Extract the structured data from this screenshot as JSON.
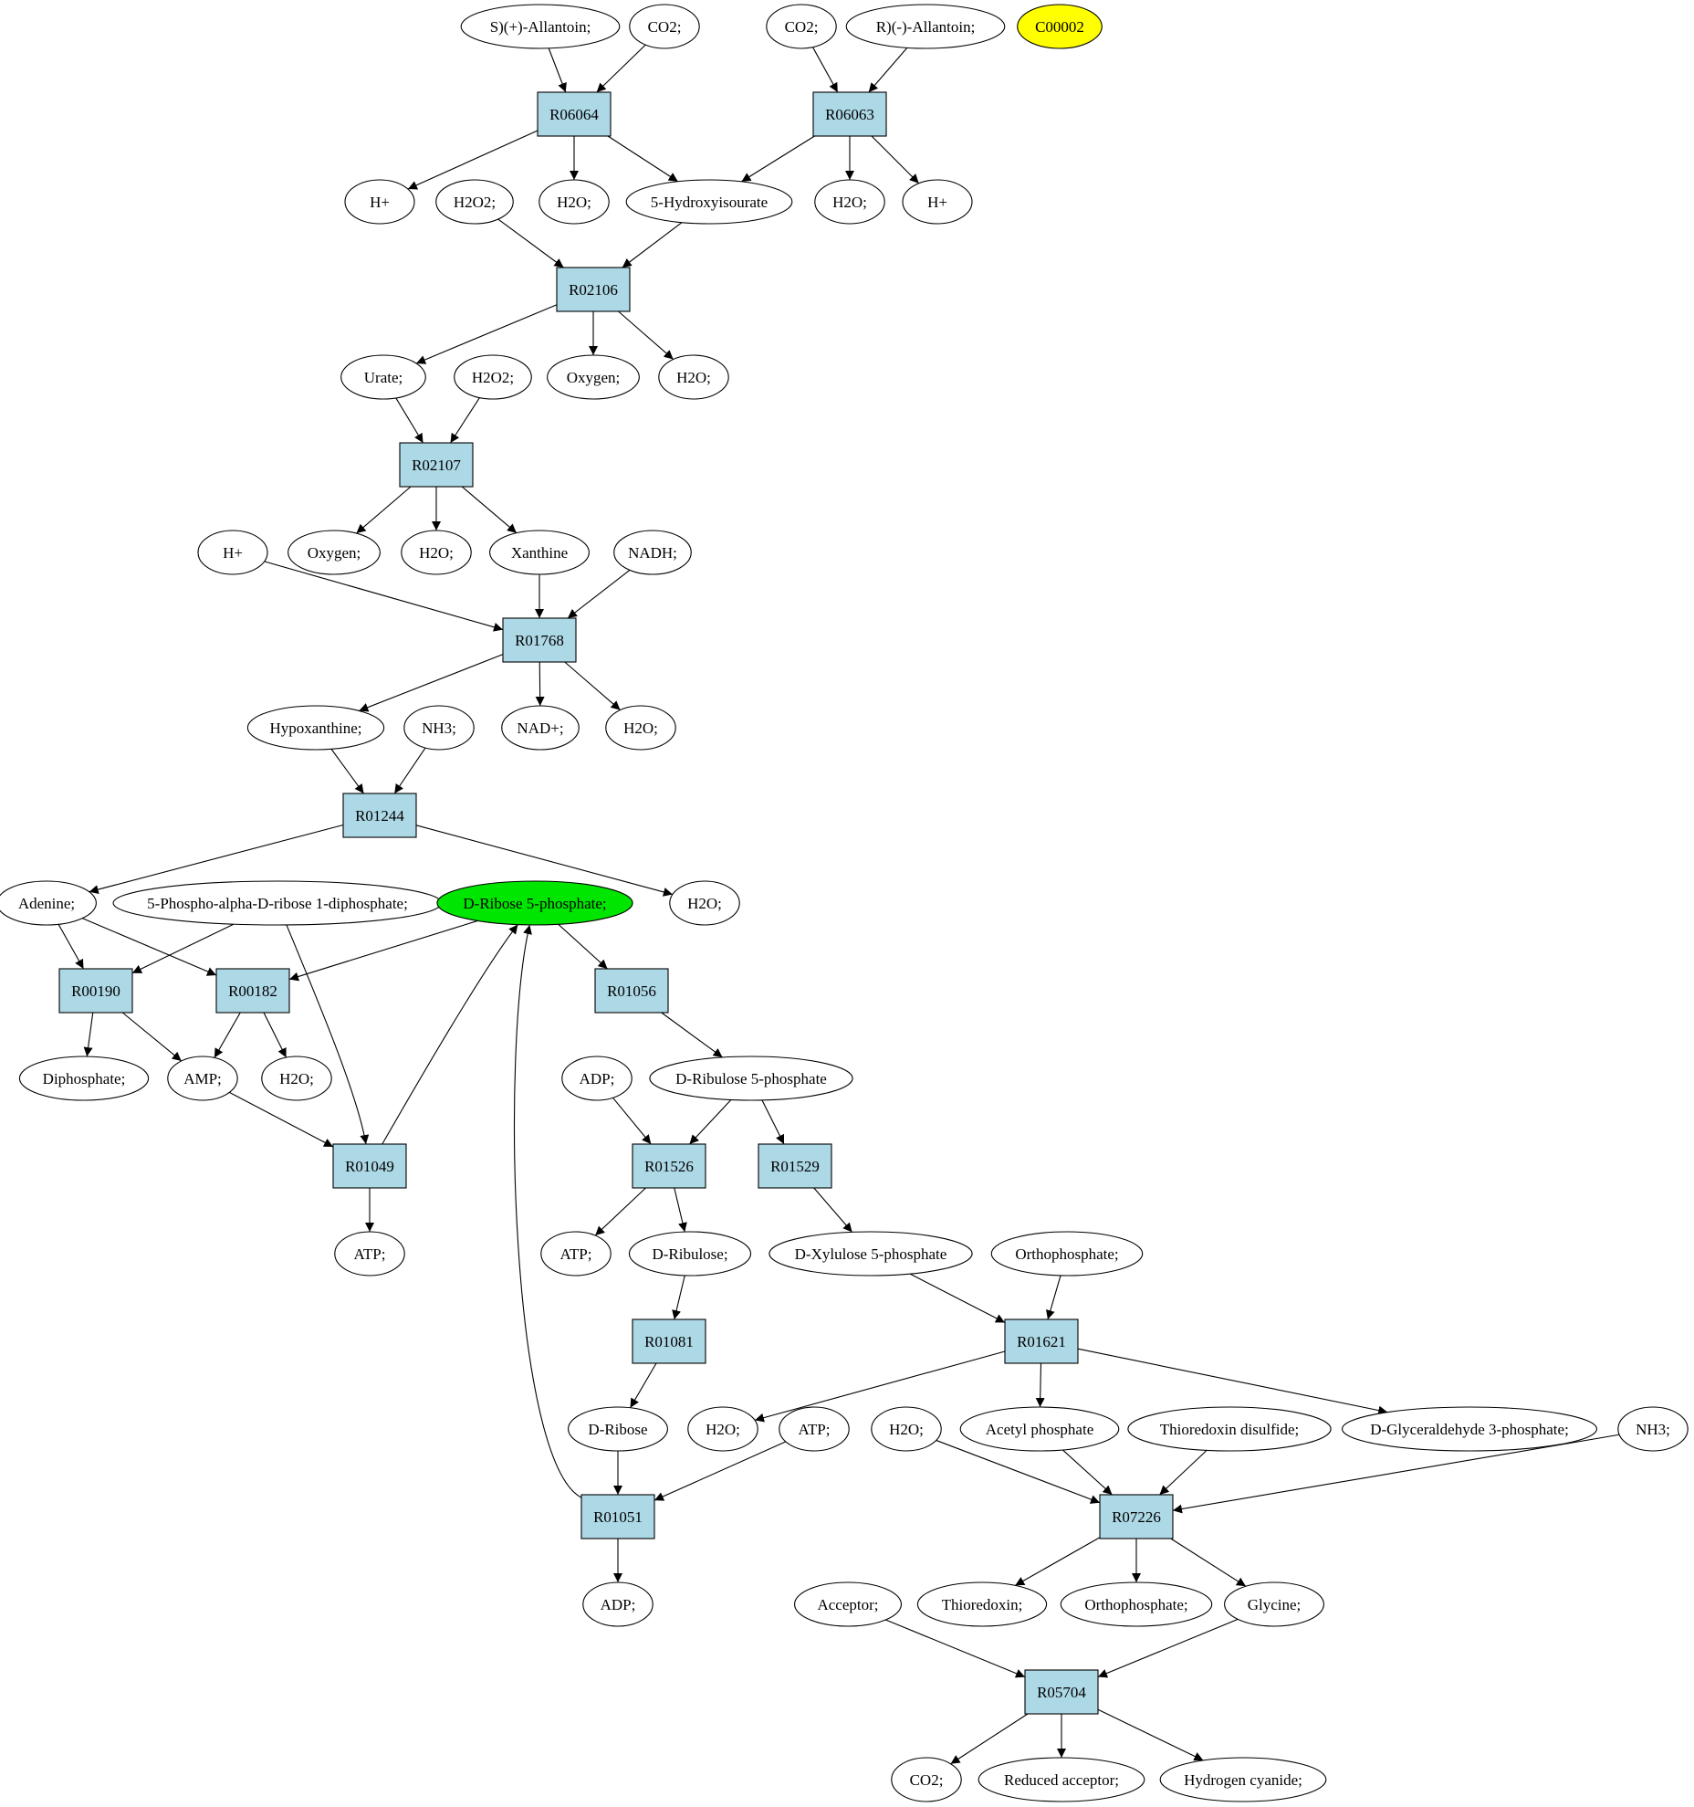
{
  "colors": {
    "reaction_fill": "#add8e6",
    "compound_fill": "#ffffff",
    "highlight_green": "#00e600",
    "highlight_yellow": "#ffff00",
    "stroke": "#000000"
  },
  "nodes": [
    {
      "id": "s_allantoin",
      "label": "S)(+)-Allantoin;",
      "kind": "compound"
    },
    {
      "id": "co2_a",
      "label": "CO2;",
      "kind": "compound"
    },
    {
      "id": "co2_b",
      "label": "CO2;",
      "kind": "compound"
    },
    {
      "id": "r_allantoin",
      "label": "R)(-)-Allantoin;",
      "kind": "compound"
    },
    {
      "id": "c00002",
      "label": "C00002",
      "kind": "compound",
      "fill": "highlight_yellow"
    },
    {
      "id": "R06064",
      "label": "R06064",
      "kind": "reaction"
    },
    {
      "id": "R06063",
      "label": "R06063",
      "kind": "reaction"
    },
    {
      "id": "hplus_a",
      "label": "H+",
      "kind": "compound"
    },
    {
      "id": "h2o2_a",
      "label": "H2O2;",
      "kind": "compound"
    },
    {
      "id": "h2o_a",
      "label": "H2O;",
      "kind": "compound"
    },
    {
      "id": "hydroxyisourate",
      "label": "5-Hydroxyisourate",
      "kind": "compound"
    },
    {
      "id": "h2o_b",
      "label": "H2O;",
      "kind": "compound"
    },
    {
      "id": "hplus_b",
      "label": "H+",
      "kind": "compound"
    },
    {
      "id": "R02106",
      "label": "R02106",
      "kind": "reaction"
    },
    {
      "id": "urate",
      "label": "Urate;",
      "kind": "compound"
    },
    {
      "id": "h2o2_b",
      "label": "H2O2;",
      "kind": "compound"
    },
    {
      "id": "oxygen_a",
      "label": "Oxygen;",
      "kind": "compound"
    },
    {
      "id": "h2o_c",
      "label": "H2O;",
      "kind": "compound"
    },
    {
      "id": "R02107",
      "label": "R02107",
      "kind": "reaction"
    },
    {
      "id": "hplus_c",
      "label": "H+",
      "kind": "compound"
    },
    {
      "id": "oxygen_b",
      "label": "Oxygen;",
      "kind": "compound"
    },
    {
      "id": "h2o_d",
      "label": "H2O;",
      "kind": "compound"
    },
    {
      "id": "xanthine",
      "label": "Xanthine",
      "kind": "compound"
    },
    {
      "id": "nadh",
      "label": "NADH;",
      "kind": "compound"
    },
    {
      "id": "R01768",
      "label": "R01768",
      "kind": "reaction"
    },
    {
      "id": "hypoxanthine",
      "label": "Hypoxanthine;",
      "kind": "compound"
    },
    {
      "id": "nh3_a",
      "label": "NH3;",
      "kind": "compound"
    },
    {
      "id": "nadplus",
      "label": "NAD+;",
      "kind": "compound"
    },
    {
      "id": "h2o_e",
      "label": "H2O;",
      "kind": "compound"
    },
    {
      "id": "R01244",
      "label": "R01244",
      "kind": "reaction"
    },
    {
      "id": "adenine",
      "label": "Adenine;",
      "kind": "compound"
    },
    {
      "id": "prpp",
      "label": "5-Phospho-alpha-D-ribose 1-diphosphate;",
      "kind": "compound"
    },
    {
      "id": "ribose5p",
      "label": "D-Ribose 5-phosphate;",
      "kind": "compound",
      "fill": "highlight_green"
    },
    {
      "id": "h2o_f",
      "label": "H2O;",
      "kind": "compound"
    },
    {
      "id": "R00190",
      "label": "R00190",
      "kind": "reaction"
    },
    {
      "id": "R00182",
      "label": "R00182",
      "kind": "reaction"
    },
    {
      "id": "R01056",
      "label": "R01056",
      "kind": "reaction"
    },
    {
      "id": "diphosphate",
      "label": "Diphosphate;",
      "kind": "compound"
    },
    {
      "id": "amp",
      "label": "AMP;",
      "kind": "compound"
    },
    {
      "id": "h2o_g",
      "label": "H2O;",
      "kind": "compound"
    },
    {
      "id": "adp_a",
      "label": "ADP;",
      "kind": "compound"
    },
    {
      "id": "ribulose5p",
      "label": "D-Ribulose 5-phosphate",
      "kind": "compound"
    },
    {
      "id": "R01049",
      "label": "R01049",
      "kind": "reaction"
    },
    {
      "id": "R01526",
      "label": "R01526",
      "kind": "reaction"
    },
    {
      "id": "R01529",
      "label": "R01529",
      "kind": "reaction"
    },
    {
      "id": "atp_a",
      "label": "ATP;",
      "kind": "compound"
    },
    {
      "id": "atp_b",
      "label": "ATP;",
      "kind": "compound"
    },
    {
      "id": "ribulose",
      "label": "D-Ribulose;",
      "kind": "compound"
    },
    {
      "id": "xylulose5p",
      "label": "D-Xylulose 5-phosphate",
      "kind": "compound"
    },
    {
      "id": "orthophosphate_a",
      "label": "Orthophosphate;",
      "kind": "compound"
    },
    {
      "id": "R01081",
      "label": "R01081",
      "kind": "reaction"
    },
    {
      "id": "R01621",
      "label": "R01621",
      "kind": "reaction"
    },
    {
      "id": "dribose",
      "label": "D-Ribose",
      "kind": "compound"
    },
    {
      "id": "h2o_h",
      "label": "H2O;",
      "kind": "compound"
    },
    {
      "id": "atp_c",
      "label": "ATP;",
      "kind": "compound"
    },
    {
      "id": "h2o_i",
      "label": "H2O;",
      "kind": "compound"
    },
    {
      "id": "acetylphosphate",
      "label": "Acetyl phosphate",
      "kind": "compound"
    },
    {
      "id": "thioredoxin_disulfide",
      "label": "Thioredoxin disulfide;",
      "kind": "compound"
    },
    {
      "id": "glyceraldehyde3p",
      "label": "D-Glyceraldehyde 3-phosphate;",
      "kind": "compound"
    },
    {
      "id": "nh3_b",
      "label": "NH3;",
      "kind": "compound"
    },
    {
      "id": "R01051",
      "label": "R01051",
      "kind": "reaction"
    },
    {
      "id": "R07226",
      "label": "R07226",
      "kind": "reaction"
    },
    {
      "id": "adp_b",
      "label": "ADP;",
      "kind": "compound"
    },
    {
      "id": "acceptor",
      "label": "Acceptor;",
      "kind": "compound"
    },
    {
      "id": "thioredoxin",
      "label": "Thioredoxin;",
      "kind": "compound"
    },
    {
      "id": "orthophosphate_b",
      "label": "Orthophosphate;",
      "kind": "compound"
    },
    {
      "id": "glycine",
      "label": "Glycine;",
      "kind": "compound"
    },
    {
      "id": "R05704",
      "label": "R05704",
      "kind": "reaction"
    },
    {
      "id": "co2_c",
      "label": "CO2;",
      "kind": "compound"
    },
    {
      "id": "reduced_acceptor",
      "label": "Reduced acceptor;",
      "kind": "compound"
    },
    {
      "id": "hydrogen_cyanide",
      "label": "Hydrogen cyanide;",
      "kind": "compound"
    }
  ],
  "edges": [
    [
      "s_allantoin",
      "R06064"
    ],
    [
      "co2_a",
      "R06064"
    ],
    [
      "co2_b",
      "R06063"
    ],
    [
      "r_allantoin",
      "R06063"
    ],
    [
      "R06064",
      "hplus_a"
    ],
    [
      "R06064",
      "h2o_a"
    ],
    [
      "R06064",
      "hydroxyisourate"
    ],
    [
      "R06063",
      "hydroxyisourate"
    ],
    [
      "R06063",
      "h2o_b"
    ],
    [
      "R06063",
      "hplus_b"
    ],
    [
      "h2o2_a",
      "R02106"
    ],
    [
      "hydroxyisourate",
      "R02106"
    ],
    [
      "R02106",
      "urate"
    ],
    [
      "R02106",
      "oxygen_a"
    ],
    [
      "R02106",
      "h2o_c"
    ],
    [
      "urate",
      "R02107"
    ],
    [
      "h2o2_b",
      "R02107"
    ],
    [
      "R02107",
      "oxygen_b"
    ],
    [
      "R02107",
      "h2o_d"
    ],
    [
      "R02107",
      "xanthine"
    ],
    [
      "hplus_c",
      "R01768"
    ],
    [
      "xanthine",
      "R01768"
    ],
    [
      "nadh",
      "R01768"
    ],
    [
      "R01768",
      "hypoxanthine"
    ],
    [
      "R01768",
      "nadplus"
    ],
    [
      "R01768",
      "h2o_e"
    ],
    [
      "hypoxanthine",
      "R01244"
    ],
    [
      "nh3_a",
      "R01244"
    ],
    [
      "R01244",
      "adenine"
    ],
    [
      "R01244",
      "h2o_f"
    ],
    [
      "adenine",
      "R00190"
    ],
    [
      "prpp",
      "R00190"
    ],
    [
      "adenine",
      "R00182"
    ],
    [
      "ribose5p",
      "R00182"
    ],
    [
      "prpp",
      "R01049"
    ],
    [
      "ribose5p",
      "R01056"
    ],
    [
      "R00190",
      "diphosphate"
    ],
    [
      "R00190",
      "amp"
    ],
    [
      "R00182",
      "amp"
    ],
    [
      "R00182",
      "h2o_g"
    ],
    [
      "amp",
      "R01049"
    ],
    [
      "R01049",
      "ribose5p"
    ],
    [
      "R01049",
      "atp_a"
    ],
    [
      "R01056",
      "ribulose5p"
    ],
    [
      "adp_a",
      "R01526"
    ],
    [
      "ribulose5p",
      "R01526"
    ],
    [
      "ribulose5p",
      "R01529"
    ],
    [
      "R01526",
      "atp_b"
    ],
    [
      "R01526",
      "ribulose"
    ],
    [
      "R01529",
      "xylulose5p"
    ],
    [
      "ribulose",
      "R01081"
    ],
    [
      "R01081",
      "dribose"
    ],
    [
      "xylulose5p",
      "R01621"
    ],
    [
      "orthophosphate_a",
      "R01621"
    ],
    [
      "R01621",
      "h2o_h"
    ],
    [
      "R01621",
      "acetylphosphate"
    ],
    [
      "R01621",
      "glyceraldehyde3p"
    ],
    [
      "dribose",
      "R01051"
    ],
    [
      "atp_c",
      "R01051"
    ],
    [
      "R01051",
      "ribose5p"
    ],
    [
      "R01051",
      "adp_b"
    ],
    [
      "h2o_i",
      "R07226"
    ],
    [
      "acetylphosphate",
      "R07226"
    ],
    [
      "thioredoxin_disulfide",
      "R07226"
    ],
    [
      "nh3_b",
      "R07226"
    ],
    [
      "R07226",
      "thioredoxin"
    ],
    [
      "R07226",
      "orthophosphate_b"
    ],
    [
      "R07226",
      "glycine"
    ],
    [
      "acceptor",
      "R05704"
    ],
    [
      "glycine",
      "R05704"
    ],
    [
      "R05704",
      "co2_c"
    ],
    [
      "R05704",
      "reduced_acceptor"
    ],
    [
      "R05704",
      "hydrogen_cyanide"
    ]
  ]
}
